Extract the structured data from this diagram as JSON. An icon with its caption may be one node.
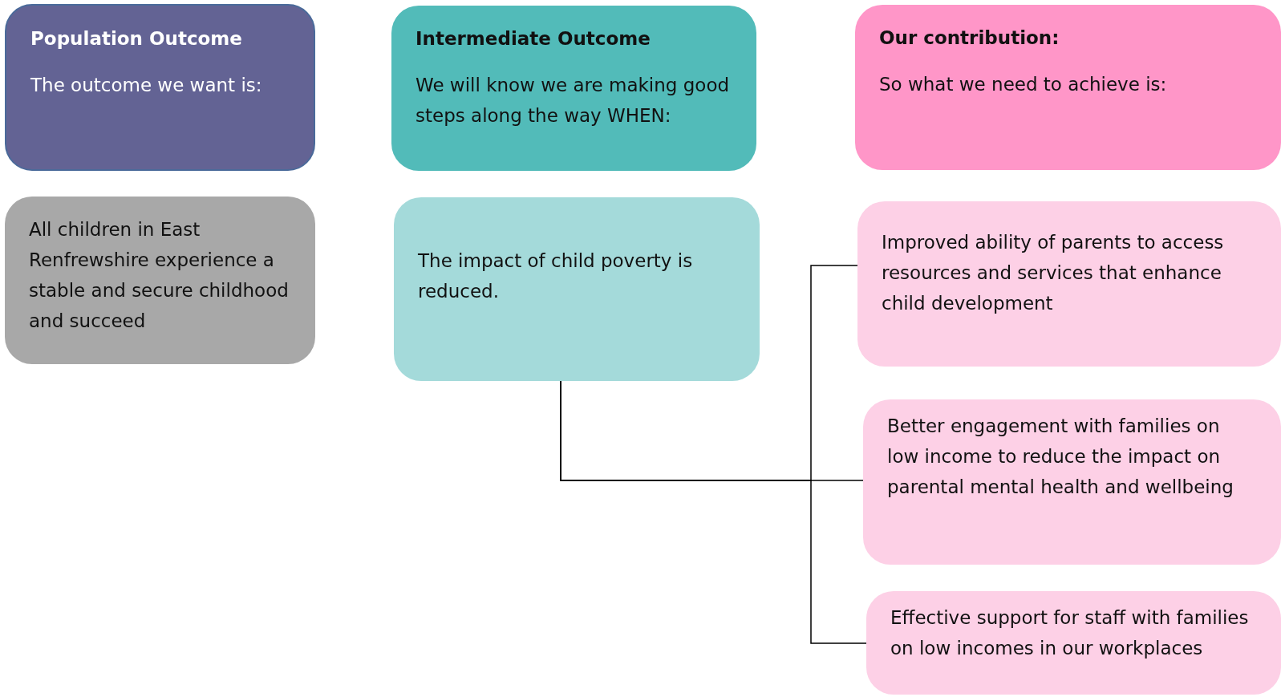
{
  "diagram": {
    "nodes": [
      {
        "text": [
          "Population Outcome",
          "The outcome we want is:"
        ]
      },
      {
        "text": [
          "Intermediate Outcome",
          "We will know we are making good steps along the way WHEN:"
        ]
      },
      {
        "text": [
          "Our contribution:",
          "So what we need to achieve is:"
        ]
      },
      {
        "text": [
          "All children in East Renfrewshire experience a stable and secure childhood and succeed"
        ]
      },
      {
        "text": [
          "The impact of child poverty is reduced."
        ]
      },
      {
        "text": [
          "Improved ability of parents to access resources and services that enhance child development"
        ]
      },
      {
        "text": [
          "Better engagement with families on low income to reduce the impact on parental mental health and wellbeing"
        ]
      },
      {
        "text": [
          "Effective support for staff with families on low incomes in our workplaces"
        ]
      }
    ],
    "edges": [
      {
        "from": 4,
        "to": 5,
        "arrow": "none"
      },
      {
        "from": 4,
        "to": 6,
        "arrow": "none"
      },
      {
        "from": 4,
        "to": 7,
        "arrow": "none"
      }
    ]
  }
}
